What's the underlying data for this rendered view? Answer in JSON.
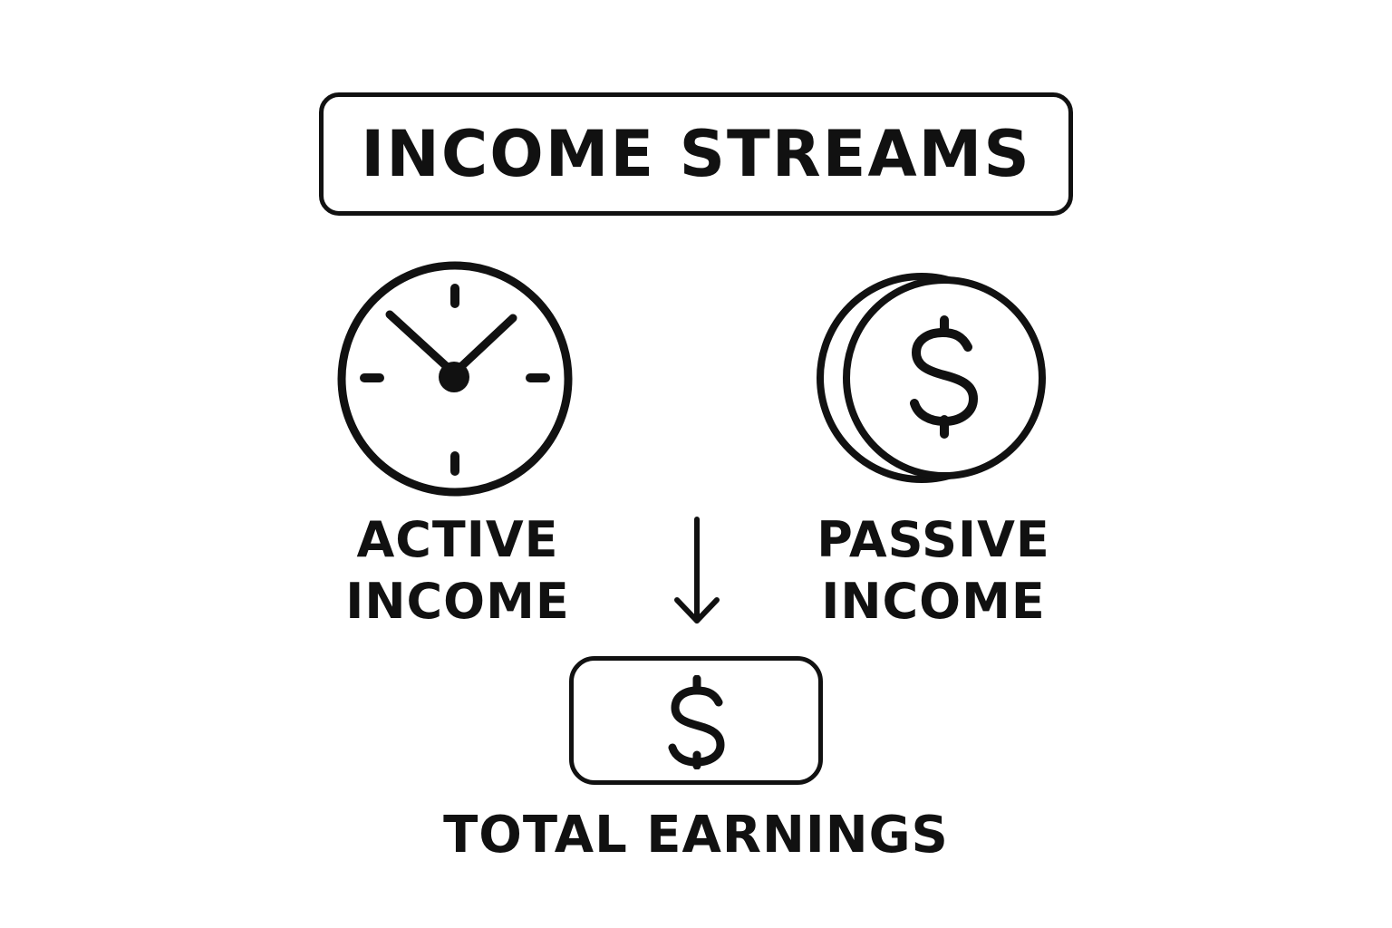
{
  "title": "INCOME STREAMS",
  "active": {
    "line1": "ACTIVE",
    "line2": "INCOME",
    "icon": "clock-icon"
  },
  "passive": {
    "line1": "PASSIVE",
    "line2": "INCOME",
    "icon": "coin-icon"
  },
  "flow_icon": "arrow-down-icon",
  "total": {
    "label": "TOTAL EARNINGS",
    "icon": "dollar-icon"
  },
  "colors": {
    "stroke": "#111111",
    "background": "#ffffff"
  }
}
